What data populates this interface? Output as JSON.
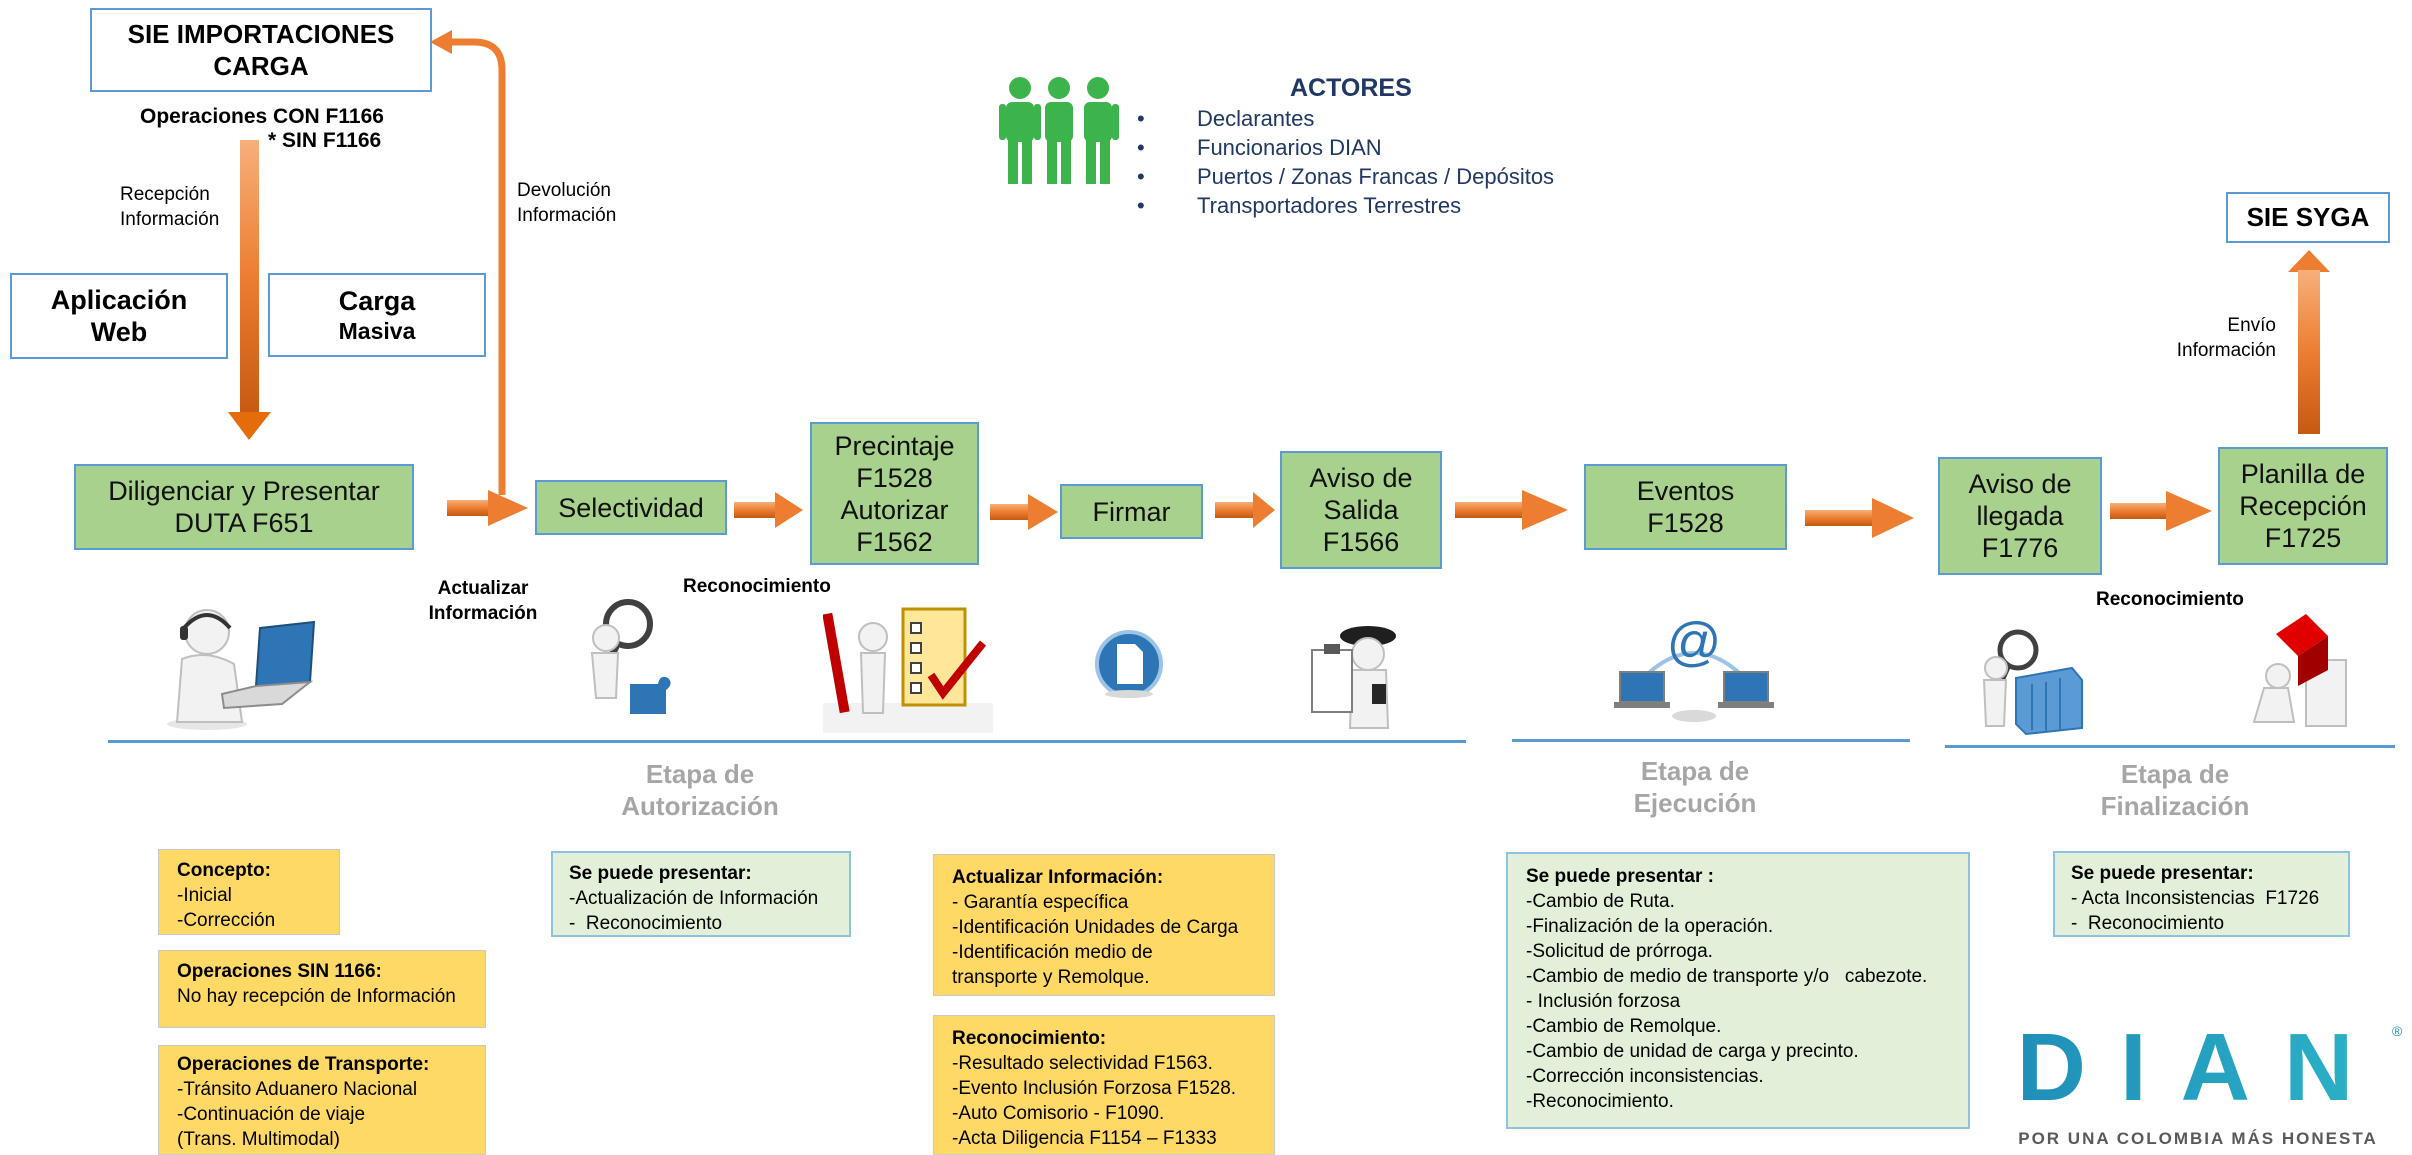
{
  "sie_importaciones": {
    "line1": "SIE IMPORTACIONES",
    "line2": "CARGA"
  },
  "operaciones_con": "Operaciones CON F1166",
  "operaciones_sin": "* SIN F1166",
  "recepcion": {
    "line1": "Recepción",
    "line2": "Información"
  },
  "devolucion": {
    "line1": "Devolución",
    "line2": "Información"
  },
  "aplicacion_web": {
    "line1": "Aplicación",
    "line2": "Web"
  },
  "carga_masiva": {
    "line1": "Carga",
    "line2": "Masiva"
  },
  "actores": {
    "title": "ACTORES",
    "items": [
      "Declarantes",
      "Funcionarios DIAN",
      "Puertos / Zonas Francas / Depósitos",
      "Transportadores Terrestres"
    ]
  },
  "sie_syga": "SIE SYGA",
  "envio": {
    "line1": "Envío",
    "line2": "Información"
  },
  "process": {
    "diligenciar": {
      "line1": "Diligenciar y Presentar",
      "line2": "DUTA F651"
    },
    "selectividad": "Selectividad",
    "precintaje": {
      "line1": "Precintaje",
      "line2": "F1528",
      "line3": "Autorizar",
      "line4": "F1562"
    },
    "firmar": "Firmar",
    "aviso_salida": {
      "line1": "Aviso de",
      "line2": "Salida",
      "line3": "F1566"
    },
    "eventos": {
      "line1": "Eventos",
      "line2": "F1528"
    },
    "aviso_llegada": {
      "line1": "Aviso de",
      "line2": "llegada",
      "line3": "F1776"
    },
    "planilla": {
      "line1": "Planilla de",
      "line2": "Recepción",
      "line3": "F1725"
    }
  },
  "actualizar_info_label": {
    "line1": "Actualizar",
    "line2": "Información"
  },
  "reconocimiento_label_1": "Reconocimiento",
  "reconocimiento_label_2": "Reconocimiento",
  "stages": {
    "autorizacion": {
      "line1": "Etapa de",
      "line2": "Autorización"
    },
    "ejecucion": {
      "line1": "Etapa de",
      "line2": "Ejecución"
    },
    "finalizacion": {
      "line1": "Etapa de",
      "line2": "Finalización"
    }
  },
  "notes": {
    "concepto": {
      "title": "Concepto:",
      "items": [
        "-Inicial",
        "-Corrección"
      ]
    },
    "sin1166": {
      "title": "Operaciones SIN 1166:",
      "items": [
        "No hay recepción de Información"
      ]
    },
    "transporte": {
      "title": "Operaciones de Transporte:",
      "items": [
        "-Tránsito Aduanero Nacional",
        "-Continuación de viaje",
        "(Trans. Multimodal)"
      ]
    },
    "presentar_autorizacion": {
      "title": "Se puede presentar:",
      "items": [
        "-Actualización de Información",
        "-  Reconocimiento"
      ]
    },
    "actualizar": {
      "title": "Actualizar Información:",
      "items": [
        "- Garantía específica",
        "-Identificación Unidades de Carga",
        "-Identificación medio de",
        "transporte y Remolque."
      ]
    },
    "reconocimiento": {
      "title": "Reconocimiento:",
      "items": [
        "-Resultado selectividad F1563.",
        "-Evento Inclusión Forzosa  F1528.",
        "-Auto Comisorio - F1090.",
        "-Acta Diligencia F1154 – F1333"
      ]
    },
    "presentar_ejecucion": {
      "title": "Se puede presentar :",
      "items": [
        "-Cambio de Ruta.",
        "-Finalización de la operación.",
        "-Solicitud de prórroga.",
        "-Cambio de medio de transporte y/o   cabezote.",
        "- Inclusión forzosa",
        "-Cambio de Remolque.",
        "-Cambio de unidad de carga y precinto.",
        "-Corrección inconsistencias.",
        "-Reconocimiento."
      ]
    },
    "presentar_finalizacion": {
      "title": "Se puede presentar:",
      "items": [
        "- Acta Inconsistencias  F1726",
        "-  Reconocimiento"
      ]
    }
  },
  "dian_logo": {
    "text": "DIAN",
    "tagline": "POR UNA COLOMBIA MÁS HONESTA",
    "reg": "®"
  },
  "colors": {
    "orange": "#ed7d31",
    "green_box": "#a9d18e",
    "blue_border": "#5b9bd5",
    "yellow_note": "#ffd966",
    "navy": "#1f3864",
    "teal": "#1f8fb8",
    "actors_green": "#3cb44b"
  }
}
